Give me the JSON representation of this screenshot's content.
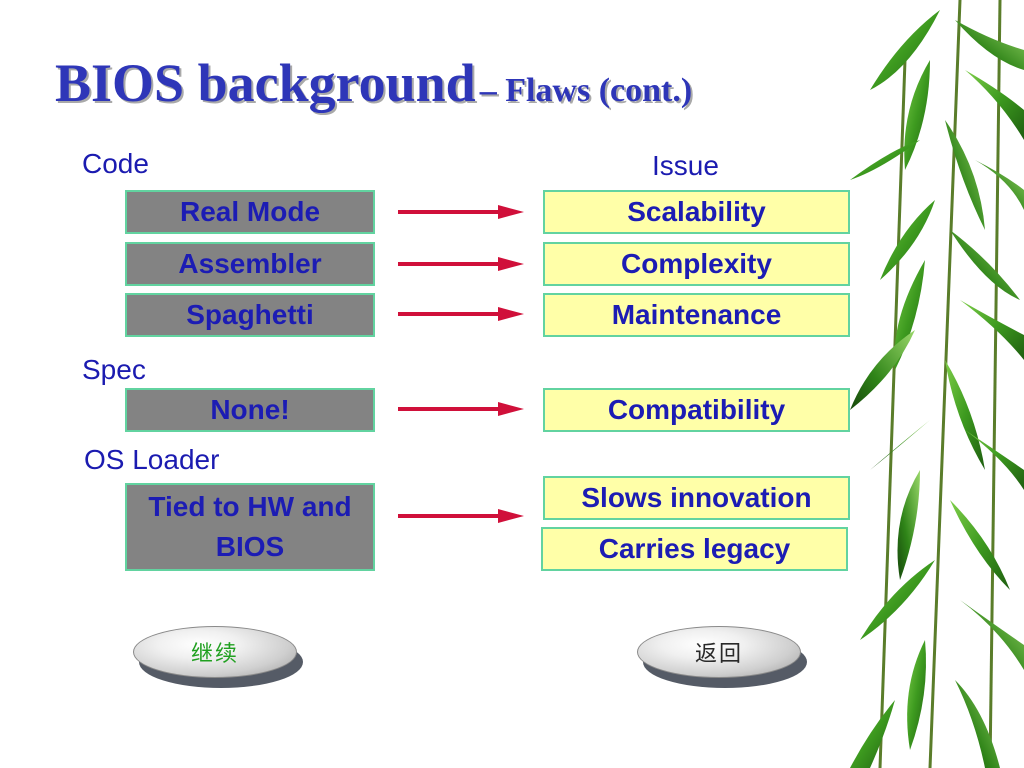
{
  "slide": {
    "title_main": "BIOS background",
    "title_sub": "– Flaws (cont.)",
    "headings": {
      "code": "Code",
      "issue": "Issue",
      "spec": "Spec",
      "os_loader": "OS Loader"
    },
    "code_boxes": [
      "Real Mode",
      "Assembler",
      "Spaghetti",
      "None!",
      "Tied to HW and BIOS"
    ],
    "issue_boxes": [
      "Scalability",
      "Complexity",
      "Maintenance",
      "Compatibility",
      "Slows innovation",
      "Carries legacy"
    ]
  },
  "nav": {
    "continue_label": "继续",
    "back_label": "返回"
  },
  "colors": {
    "title": "#2e36b8",
    "text": "#1c1cb4",
    "code_box": "#838383",
    "issue_box": "#ffffa8",
    "box_border": "#62d3a0",
    "arrow": "#d0103a",
    "bamboo_leaf": "#3a8a1e"
  }
}
